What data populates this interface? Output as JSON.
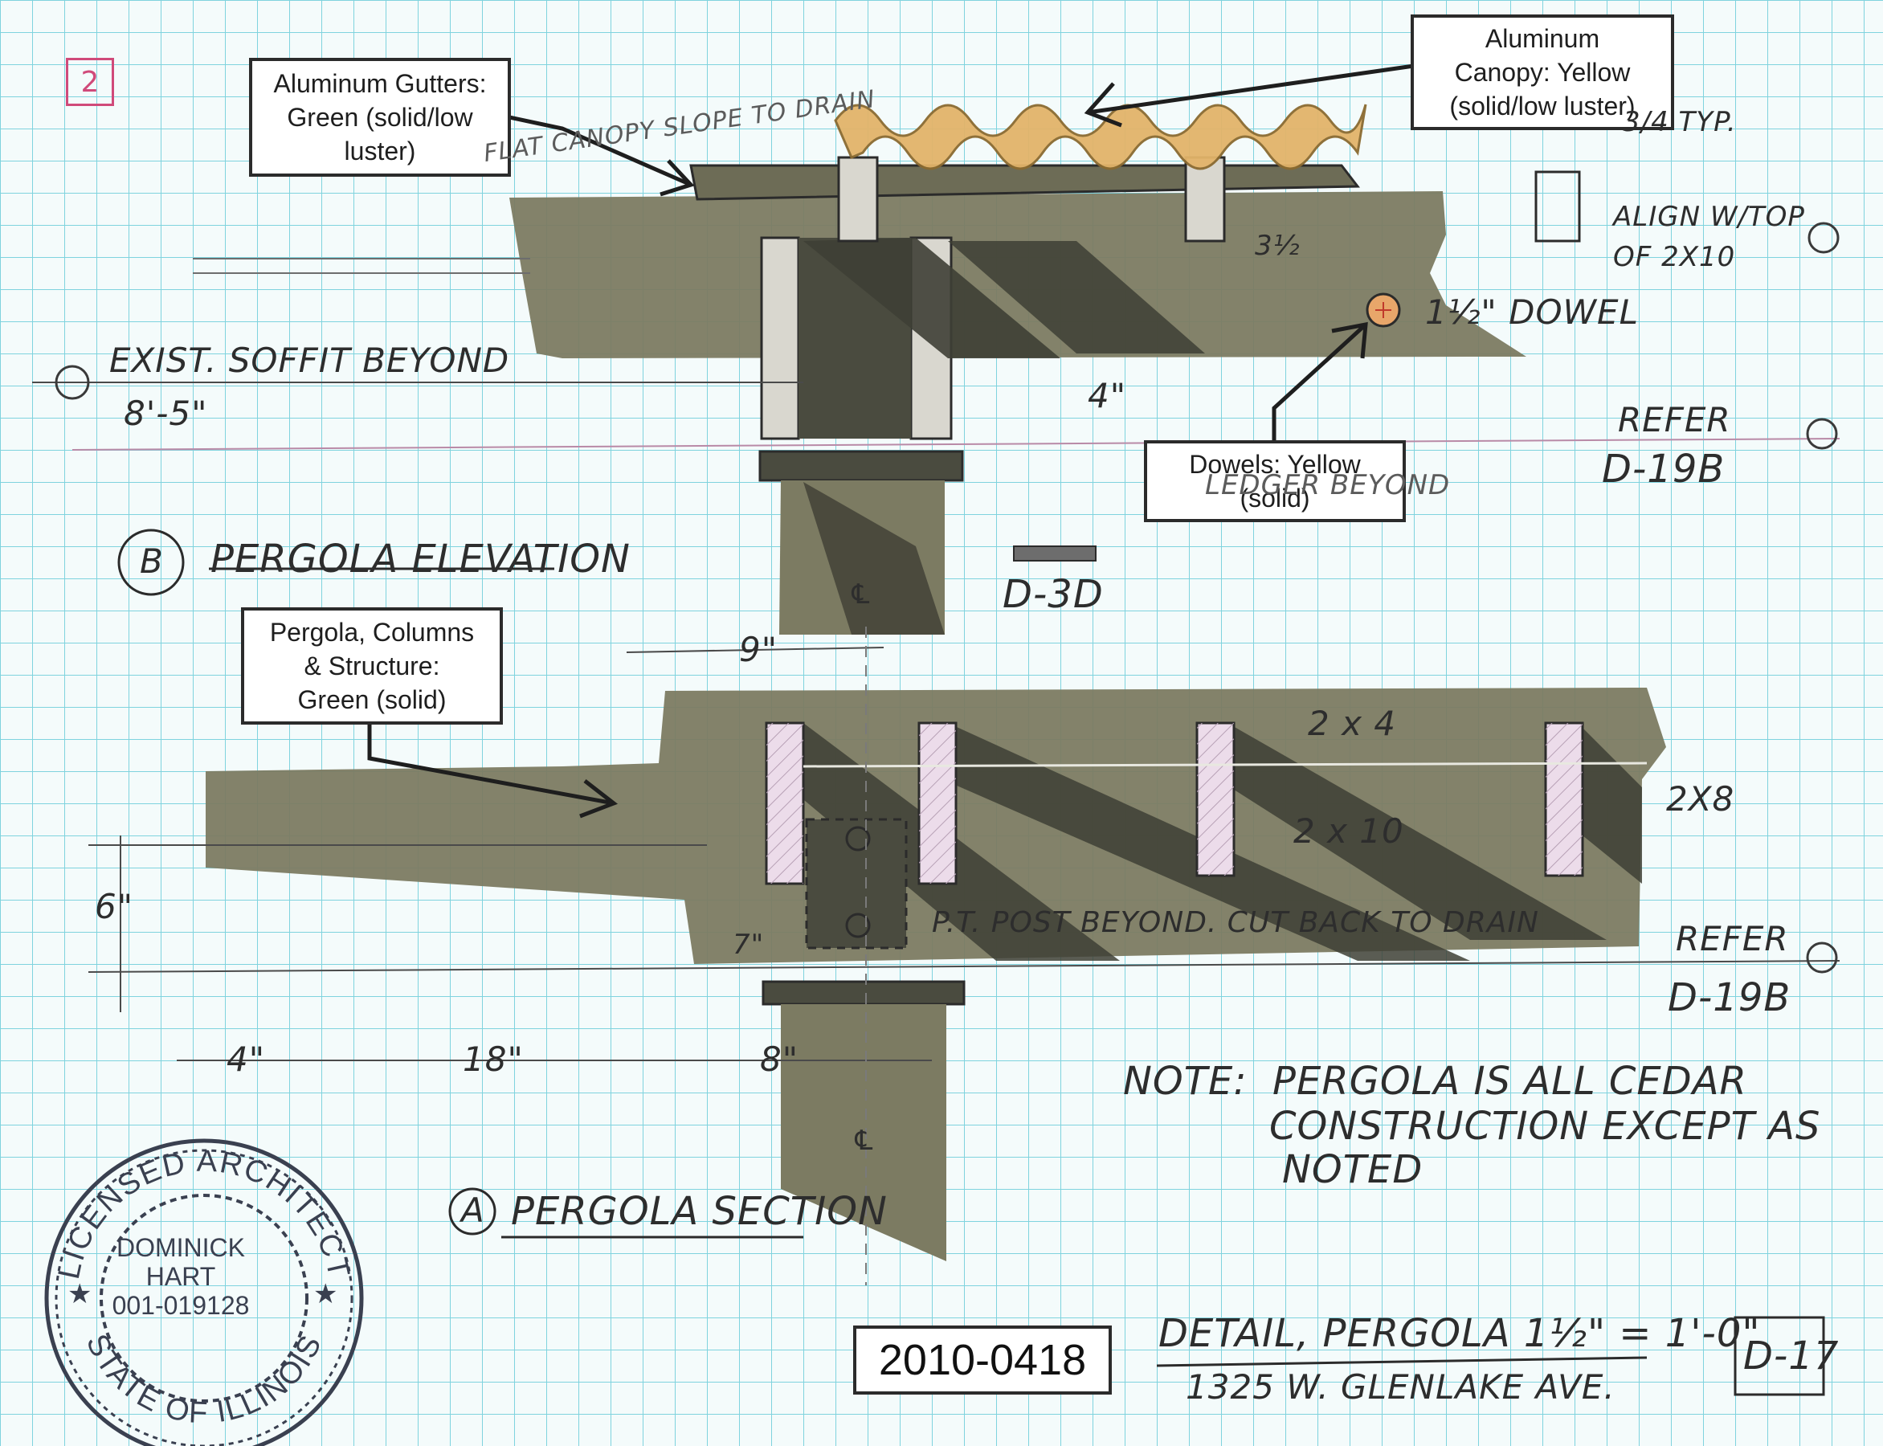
{
  "sheet_mark": "2",
  "callouts": {
    "gutters": [
      "Aluminum Gutters:",
      "Green (solid/low",
      "luster)"
    ],
    "canopy": [
      "Aluminum",
      "Canopy: Yellow",
      "(solid/low luster)"
    ],
    "dowels": [
      "Dowels: Yellow",
      "(solid)"
    ],
    "pergola": [
      "Pergola, Columns",
      "& Structure:",
      "Green (solid)"
    ]
  },
  "project_number": "2010-0418",
  "seal": {
    "ring_top": "LICENSED ARCHITECT",
    "ring_bottom": "STATE OF ILLINOIS",
    "name_line1": "DOMINICK",
    "name_line2": "HART",
    "license": "001-019128"
  },
  "annotations": {
    "canopy_note": "FLAT CANOPY SLOPE TO DRAIN",
    "typ": "3/4 TYP.",
    "align": "ALIGN W/TOP",
    "align2": "OF 2X10",
    "dowel": "1½\" DOWEL",
    "soffit": "EXIST. SOFFIT BEYOND",
    "height": "8'-5\"",
    "dim_3half": "3½",
    "dim_4": "4\"",
    "refer_top": "REFER",
    "d19b_top": "D-19B",
    "ledger": "LEDGER BEYOND",
    "d3d": "D-3D",
    "elevation_letter": "B",
    "elevation_title": "PERGOLA ELEVATION",
    "dim_9": "9\"",
    "cl_top": "℄",
    "m2x4": "2 x 4",
    "m2x10": "2 x 10",
    "m2x8": "2X8",
    "pt_post": "P.T. POST BEYOND. CUT BACK TO DRAIN",
    "refer_bot": "REFER",
    "d19b_bot": "D-19B",
    "dim_4in": "4\"",
    "dim_18": "18\"",
    "dim_8": "8\"",
    "dim_6": "6\"",
    "dim_7": "7\"",
    "cl_bot": "℄",
    "note_label": "NOTE:",
    "note_line1": "PERGOLA IS ALL CEDAR",
    "note_line2": "CONSTRUCTION EXCEPT AS",
    "note_line3": "NOTED",
    "section_letter": "A",
    "section_title": "PERGOLA SECTION",
    "detail_line1": "DETAIL, PERGOLA 1½\" = 1'-0\"",
    "detail_line2": "1325 W. GLENLAKE AVE.",
    "detail_no": "D-17"
  },
  "colors": {
    "grid": "#7fd3de",
    "structure": "#7c7b62",
    "shadow": "#3e3f35",
    "canopy": "#e3b46a",
    "dowel": "#e8a66a",
    "ink": "#2b2b2b",
    "board": "#ecdcea"
  }
}
